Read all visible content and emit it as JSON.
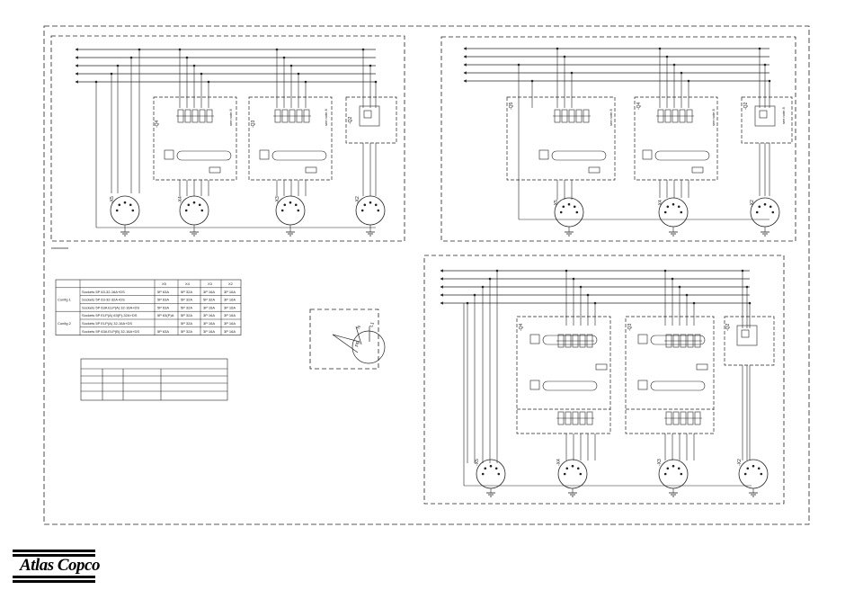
{
  "brand": {
    "name": "Atlas Copco"
  },
  "sockets": {
    "left_top": [
      "-X5",
      "-X4",
      "-X3",
      "-X2"
    ],
    "right_top": [
      "-X5",
      "-X4",
      "-X2"
    ],
    "bottom": [
      "-X5",
      "-X4",
      "-X3",
      "-X2"
    ],
    "breakers_left": [
      "-Q4",
      "-Q3",
      "-Q2"
    ],
    "breakers_right": [
      "-Q5",
      "-Q4",
      "-Q2"
    ],
    "breakers_bottom": [
      "-Q4",
      "-Q3",
      "-Q2"
    ],
    "note": "see note 8"
  },
  "config_table": {
    "headers": [
      "",
      "",
      "X5",
      "X4",
      "X3",
      "X2"
    ],
    "groups": [
      {
        "name": "Config 1",
        "rows": [
          {
            "label": "Sockets 5P 63-32-16A+DS",
            "values": [
              "5P 63A",
              "5P 32A",
              "3P 16A",
              "3P 16A"
            ]
          },
          {
            "label": "Sockets 5P 63-32-32A+DS",
            "values": [
              "5P 63A",
              "5P 32A",
              "5P 32A",
              "3P 16A"
            ]
          },
          {
            "label": "Sockets 5P 63A ELP(A) 32-16A+DS",
            "values": [
              "5P 63A",
              "5P 32A",
              "3P 16A",
              "3P 16A"
            ]
          }
        ]
      },
      {
        "name": "Config 2",
        "rows": [
          {
            "label": "Sockets 5P ELP(A) 63(P)-32A+DS",
            "values": [
              "5P 63(P)A",
              "5P 32A",
              "3P 16A",
              "3P 16A"
            ]
          },
          {
            "label": "Sockets 5P ELP(A) 32-16A+DS",
            "values": [
              "",
              "5P 32A",
              "3P 16A",
              "3P 16A"
            ]
          },
          {
            "label": "Sockets 5P 63A ELP(B) 32-16A+DS",
            "values": [
              "5P 63A",
              "5P 32A",
              "3P 16A",
              "3P 16A"
            ]
          }
        ]
      }
    ]
  },
  "detail_socket": {
    "pins": [
      "N",
      "L1",
      "PE"
    ]
  }
}
